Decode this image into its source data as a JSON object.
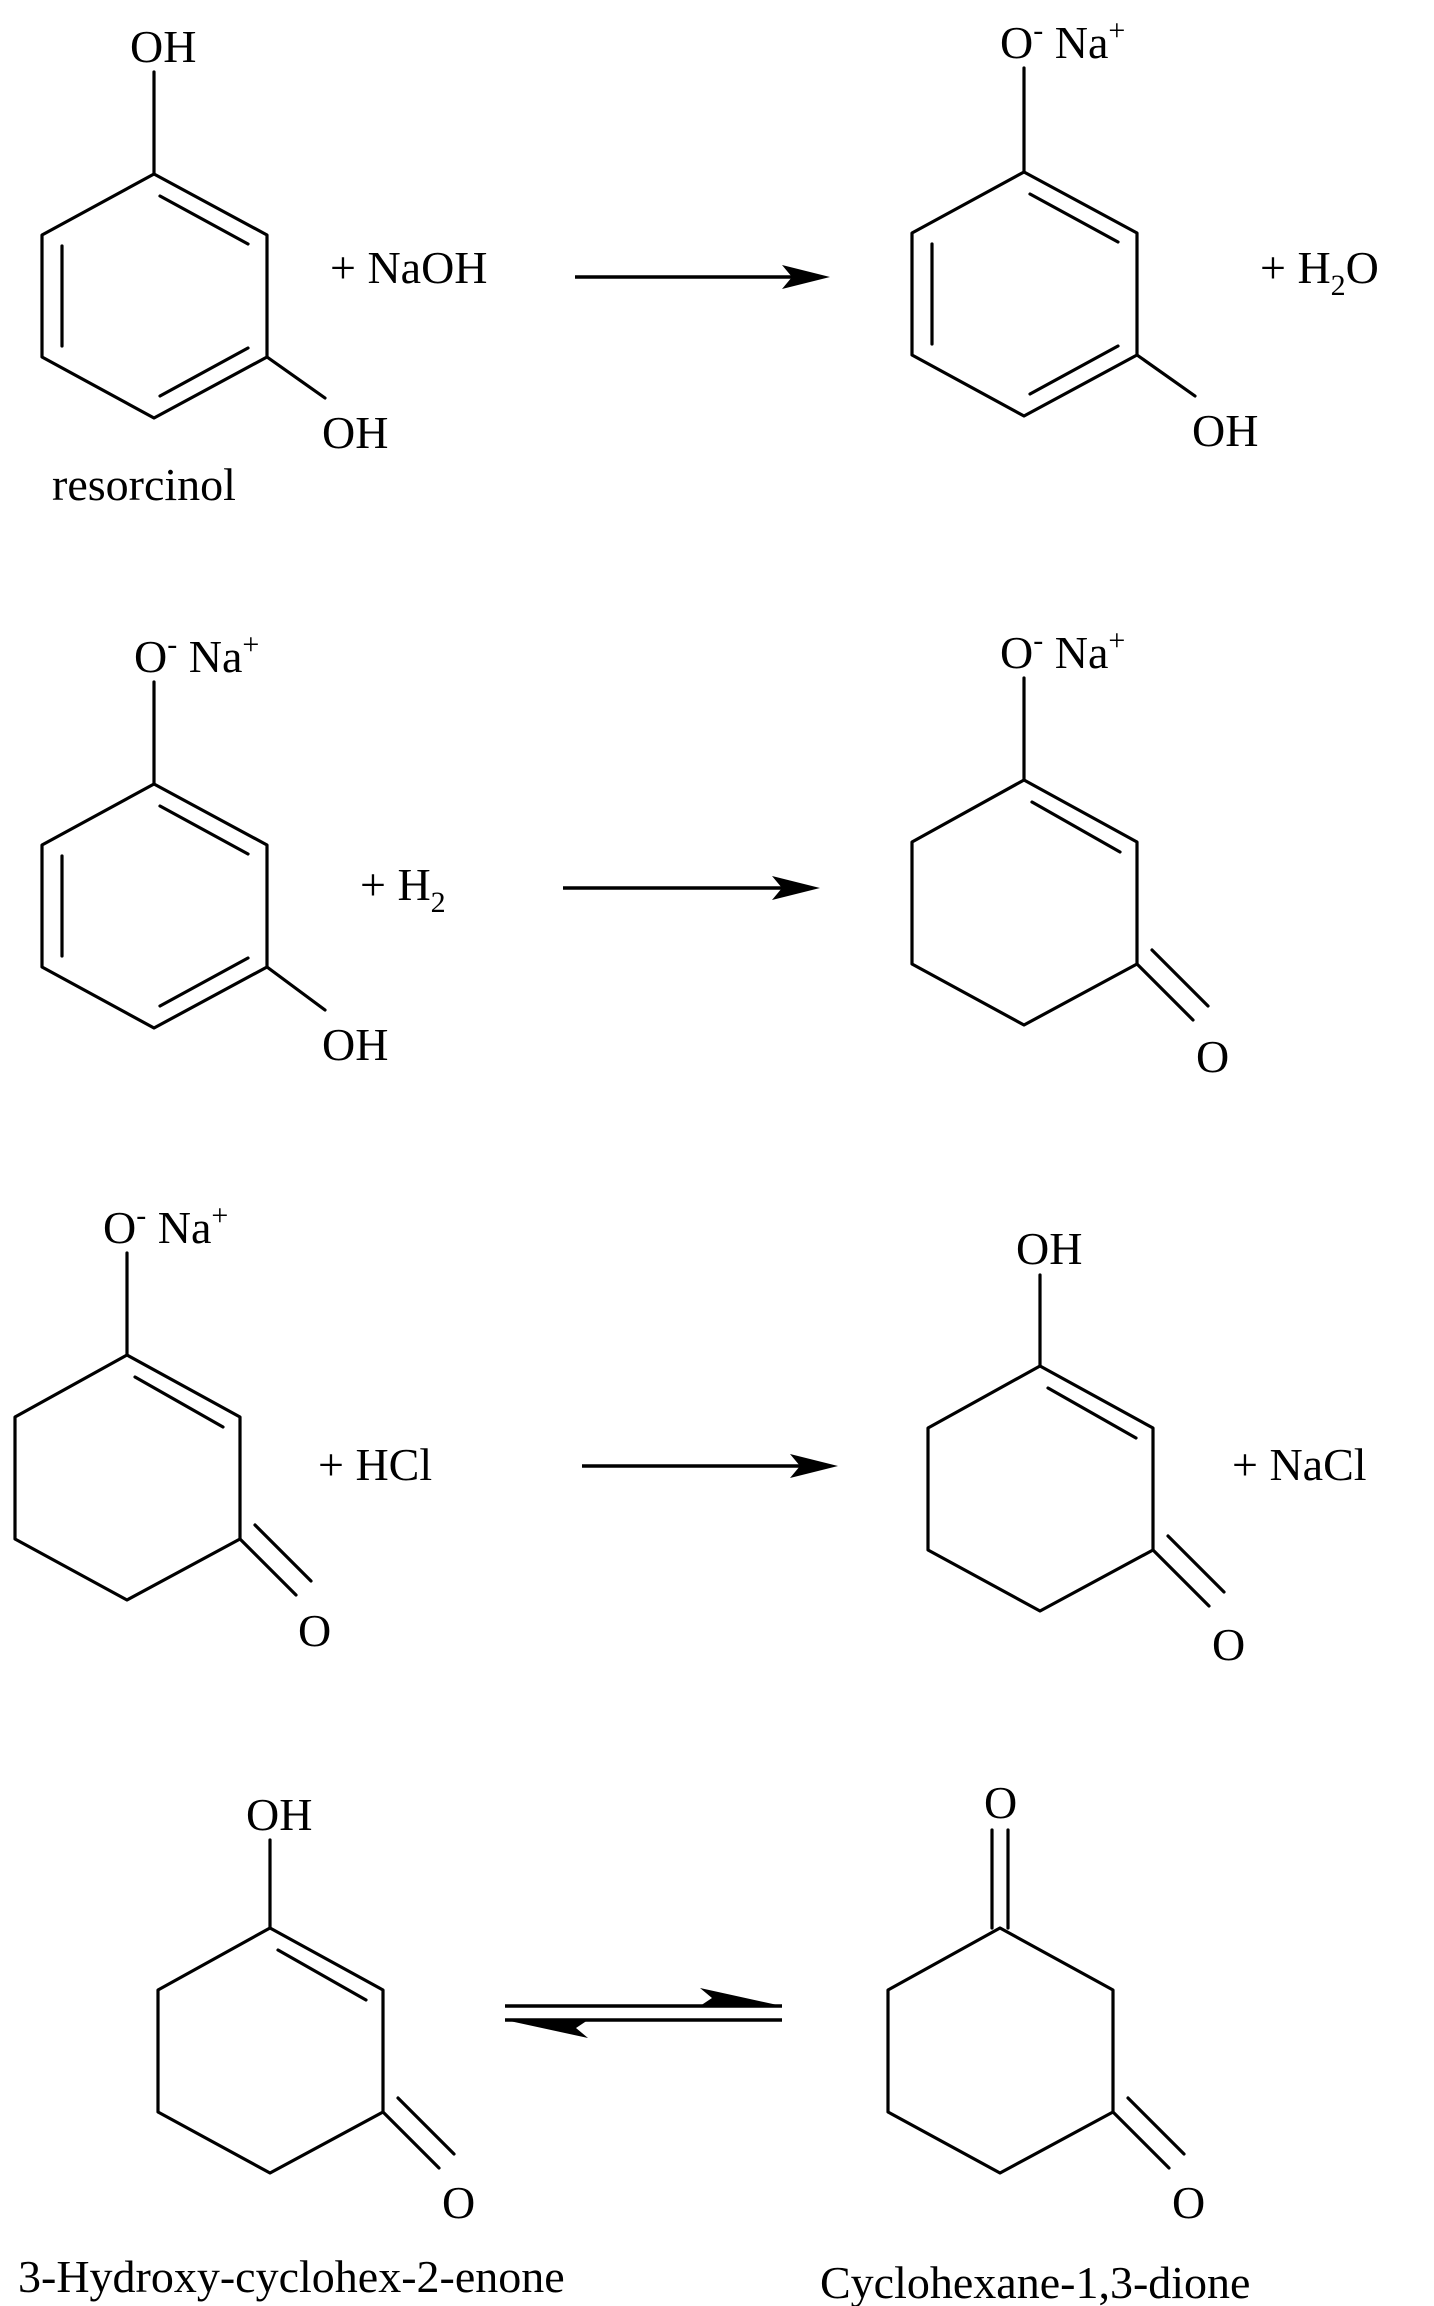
{
  "reaction1": {
    "reactant": {
      "top": "OH",
      "bottom": "OH",
      "name": "resorcinol"
    },
    "reagent": {
      "main": "+ NaOH"
    },
    "product": {
      "o": "O",
      "charge_minus": "-",
      "na": " Na",
      "charge_plus": "+",
      "bottom": "OH"
    },
    "byproduct": {
      "plus": "+ H",
      "sub": "2",
      "tail": "O"
    }
  },
  "reaction2": {
    "reactant": {
      "o": "O",
      "charge_minus": "-",
      "na": " Na",
      "charge_plus": "+",
      "bottom": "OH"
    },
    "reagent": {
      "plus": "+ H",
      "sub": "2"
    },
    "product": {
      "o": "O",
      "charge_minus": "-",
      "na": " Na",
      "charge_plus": "+",
      "ketone": "O"
    }
  },
  "reaction3": {
    "reactant": {
      "o": "O",
      "charge_minus": "-",
      "na": " Na",
      "charge_plus": "+",
      "ketone": "O"
    },
    "reagent": {
      "main": "+ HCl"
    },
    "product": {
      "top": "OH",
      "ketone": "O"
    },
    "byproduct": {
      "main": "+ NaCl"
    }
  },
  "reaction4": {
    "left": {
      "top": "OH",
      "ketone": "O",
      "name": "3-Hydroxy-cyclohex-2-enone"
    },
    "right": {
      "top": "O",
      "ketone": "O",
      "name": "Cyclohexane-1,3-dione"
    }
  }
}
